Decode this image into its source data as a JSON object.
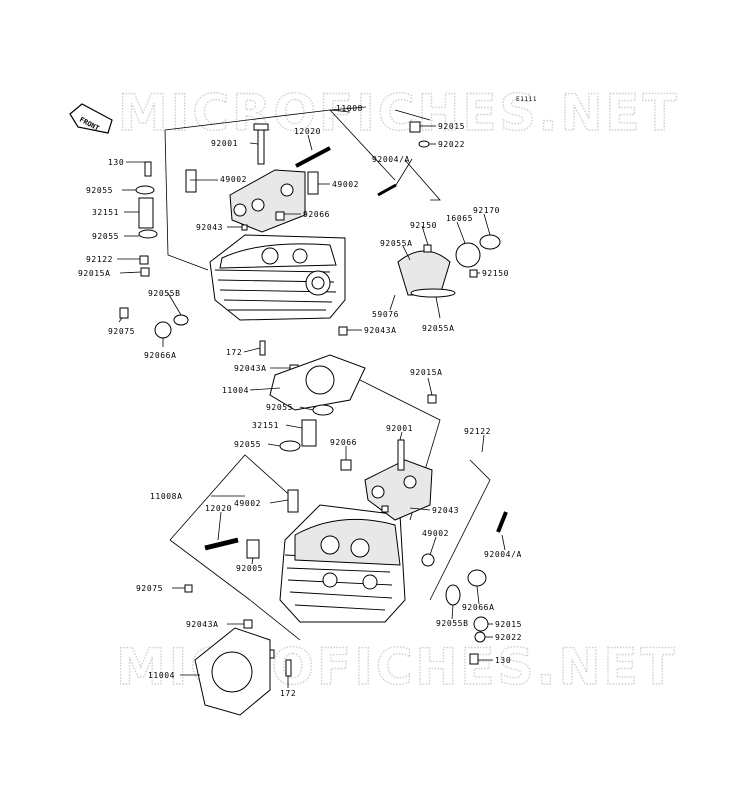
{
  "watermark": "MICROFICHES.NET",
  "figure_id": "E1111",
  "front_label": "FRONT",
  "part_labels": [
    "11008",
    "92015",
    "12020",
    "92001",
    "92022",
    "130",
    "49002",
    "92004/A",
    "92055",
    "49002",
    "32151",
    "92066",
    "92043",
    "92150",
    "16065",
    "92170",
    "92055",
    "92055A",
    "92122",
    "92015A",
    "92150",
    "92055B",
    "59076",
    "92075",
    "92043A",
    "92055A",
    "92066A",
    "172",
    "92043A",
    "11004",
    "92015A",
    "92055",
    "92122",
    "32151",
    "92001",
    "92055",
    "92066",
    "11008A",
    "49002",
    "92043",
    "12020",
    "49002",
    "92005",
    "92004/A",
    "92075",
    "92066A",
    "92055B",
    "92015",
    "92043A",
    "92022",
    "11004",
    "130",
    "172"
  ]
}
